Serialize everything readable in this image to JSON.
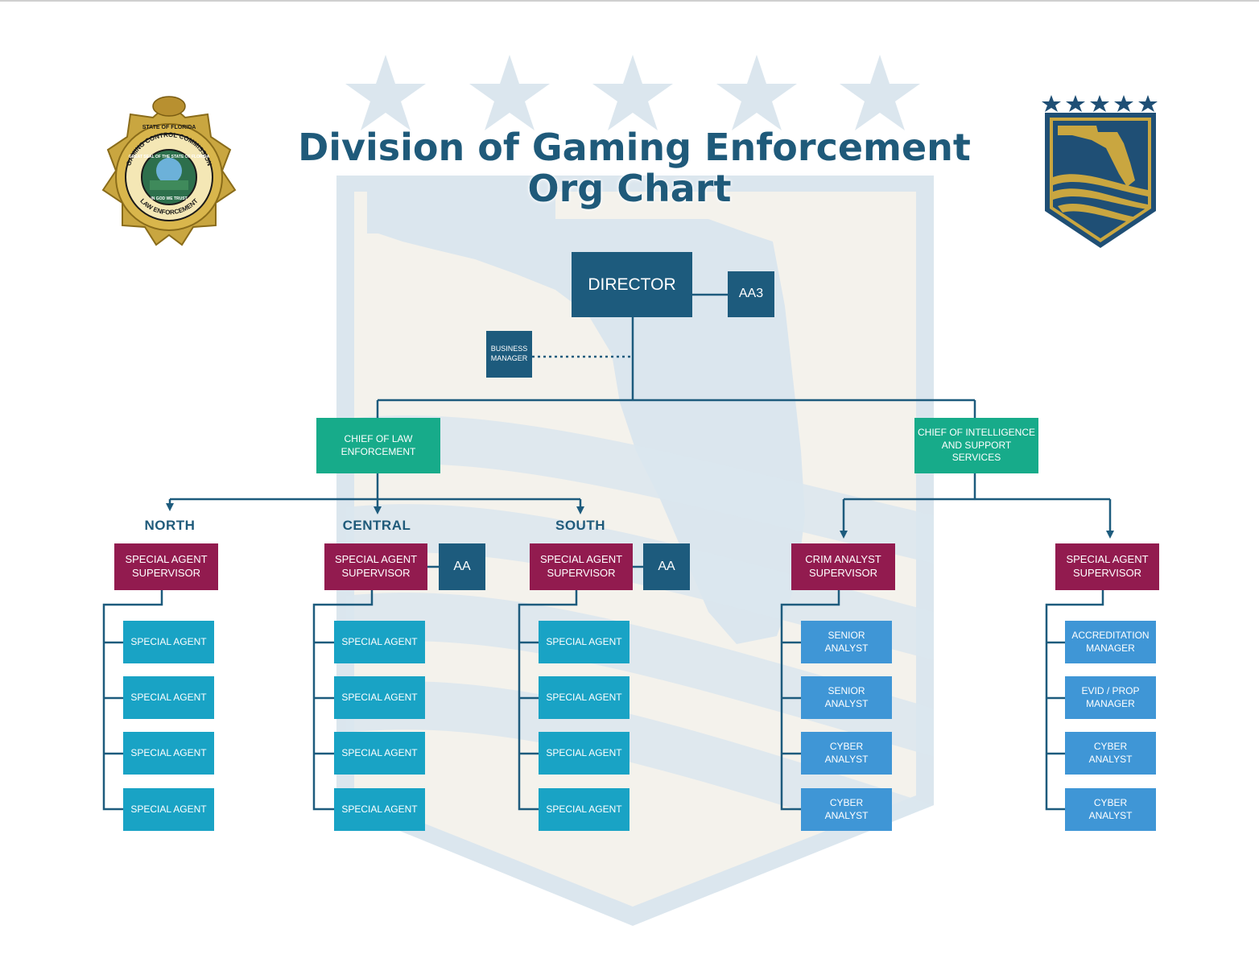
{
  "title_line1": "Division of Gaming Enforcement",
  "title_line2": "Org Chart",
  "badge_text": {
    "top": "STATE OF FLORIDA",
    "ring": "GAMING CONTROL COMMISSION",
    "inner": "GREAT SEAL OF THE STATE OF FLORIDA",
    "motto": "IN GOD WE TRUST",
    "bottom": "LAW ENFORCEMENT"
  },
  "director": "DIRECTOR",
  "aa3": "AA3",
  "business_manager": "BUSINESS MANAGER",
  "chief_law": "CHIEF OF LAW ENFORCEMENT",
  "chief_intel": "CHIEF OF INTELLIGENCE AND SUPPORT SERVICES",
  "regions": {
    "north": "NORTH",
    "central": "CENTRAL",
    "south": "SOUTH"
  },
  "aa": "AA",
  "columns": [
    {
      "supervisor": "SPECIAL AGENT SUPERVISOR",
      "members": [
        "SPECIAL AGENT",
        "SPECIAL AGENT",
        "SPECIAL AGENT",
        "SPECIAL AGENT"
      ]
    },
    {
      "supervisor": "SPECIAL AGENT SUPERVISOR",
      "members": [
        "SPECIAL AGENT",
        "SPECIAL AGENT",
        "SPECIAL AGENT",
        "SPECIAL AGENT"
      ]
    },
    {
      "supervisor": "SPECIAL AGENT SUPERVISOR",
      "members": [
        "SPECIAL AGENT",
        "SPECIAL AGENT",
        "SPECIAL AGENT",
        "SPECIAL AGENT"
      ]
    },
    {
      "supervisor": "CRIM ANALYST SUPERVISOR",
      "members": [
        "SENIOR ANALYST",
        "SENIOR ANALYST",
        "CYBER ANALYST",
        "CYBER ANALYST"
      ]
    },
    {
      "supervisor": "SPECIAL AGENT SUPERVISOR",
      "members": [
        "ACCREDITATION MANAGER",
        "EVID / PROP MANAGER",
        "CYBER ANALYST",
        "CYBER ANALYST"
      ]
    }
  ],
  "colors": {
    "navy": "#1d5b7d",
    "green": "#17ab8a",
    "maroon": "#921b4f",
    "teal": "#19a3c5",
    "blue": "#3f96d6",
    "gold": "#c9a640",
    "title": "#1f5a7a"
  }
}
